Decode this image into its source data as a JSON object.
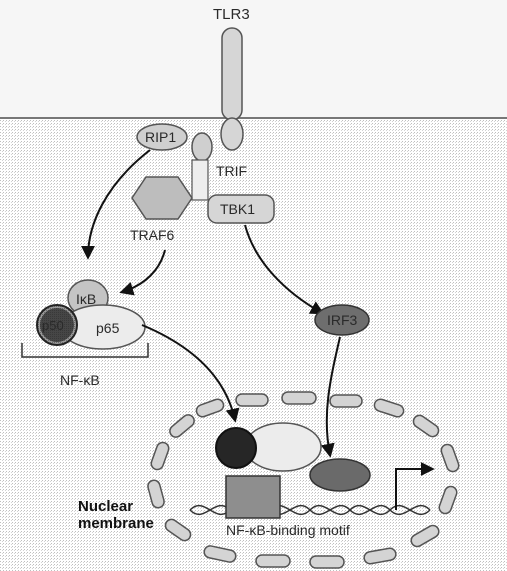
{
  "labels": {
    "tlr3": "TLR3",
    "rip1": "RIP1",
    "trif": "TRIF",
    "tbk1": "TBK1",
    "traf6": "TRAF6",
    "ikb": "IκB",
    "p50": "p50",
    "p65": "p65",
    "nfkb": "NF-κB",
    "irf3": "IRF3",
    "nuclear_line1": "Nuclear",
    "nuclear_line2": "membrane",
    "binding_motif": "NF-κB-binding motif"
  }
}
